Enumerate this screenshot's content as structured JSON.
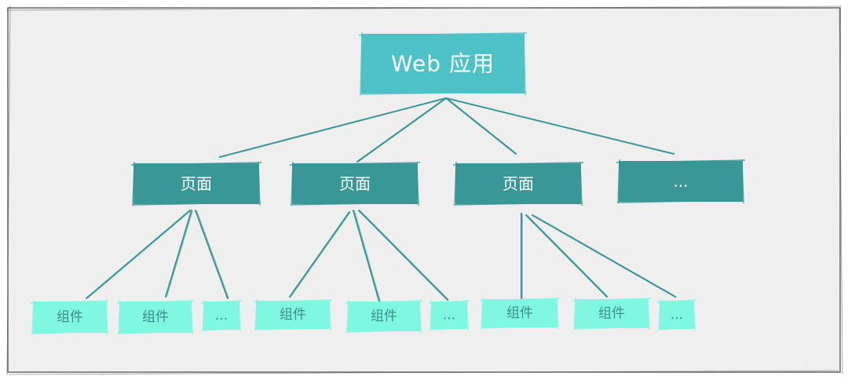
{
  "root": {
    "label": "Web 应用",
    "color": "#4dc3c8"
  },
  "pages": [
    {
      "label": "页面",
      "components": [
        "组件",
        "组件",
        "..."
      ]
    },
    {
      "label": "页面",
      "components": [
        "组件",
        "组件",
        "..."
      ]
    },
    {
      "label": "页面",
      "components": [
        "组件",
        "组件",
        "..."
      ]
    },
    {
      "label": "...",
      "components": []
    }
  ],
  "colors": {
    "page": "#3a9797",
    "component": "#7ff8e2",
    "line": "#3a9797",
    "frame_fill": "#efefef",
    "frame_stroke": "#666666"
  }
}
